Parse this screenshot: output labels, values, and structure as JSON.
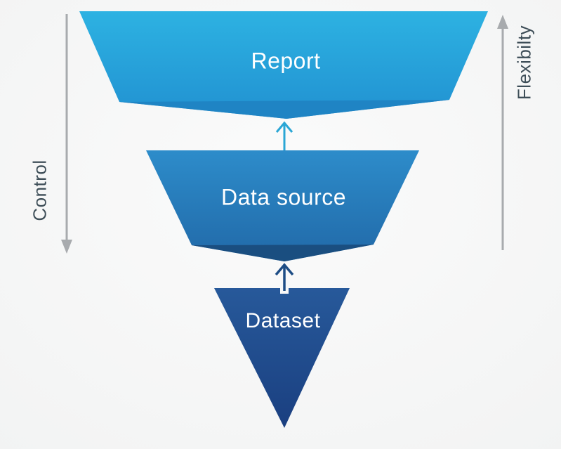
{
  "diagram": {
    "name": "data-model-funnel",
    "layers": [
      {
        "label": "Report"
      },
      {
        "label": "Data source"
      },
      {
        "label": "Dataset"
      }
    ],
    "axes": {
      "left": {
        "label": "Control",
        "arrow_direction": "down"
      },
      "right": {
        "label": "Flexibilty",
        "arrow_direction": "up"
      }
    },
    "connectors": [
      {
        "name": "dataset-to-datasource-arrow",
        "direction": "up",
        "color": "#1e4d85"
      },
      {
        "name": "datasource-to-report-arrow",
        "direction": "up",
        "color": "#2aa6d5"
      }
    ],
    "colors": {
      "report_top": "#2db2e2",
      "report_bottom": "#2191d1",
      "report_fold": "#1f84c4",
      "datasource_top": "#2d8cca",
      "datasource_bottom": "#2169a8",
      "datasource_fold": "#1a4e80",
      "dataset_top": "#27599a",
      "dataset_bottom": "#1a3f80",
      "axis_gray": "#a8abae",
      "axis_label_text": "#3d4d57",
      "shape_label_text": "#ffffff",
      "background": "#f2f3f3"
    }
  }
}
